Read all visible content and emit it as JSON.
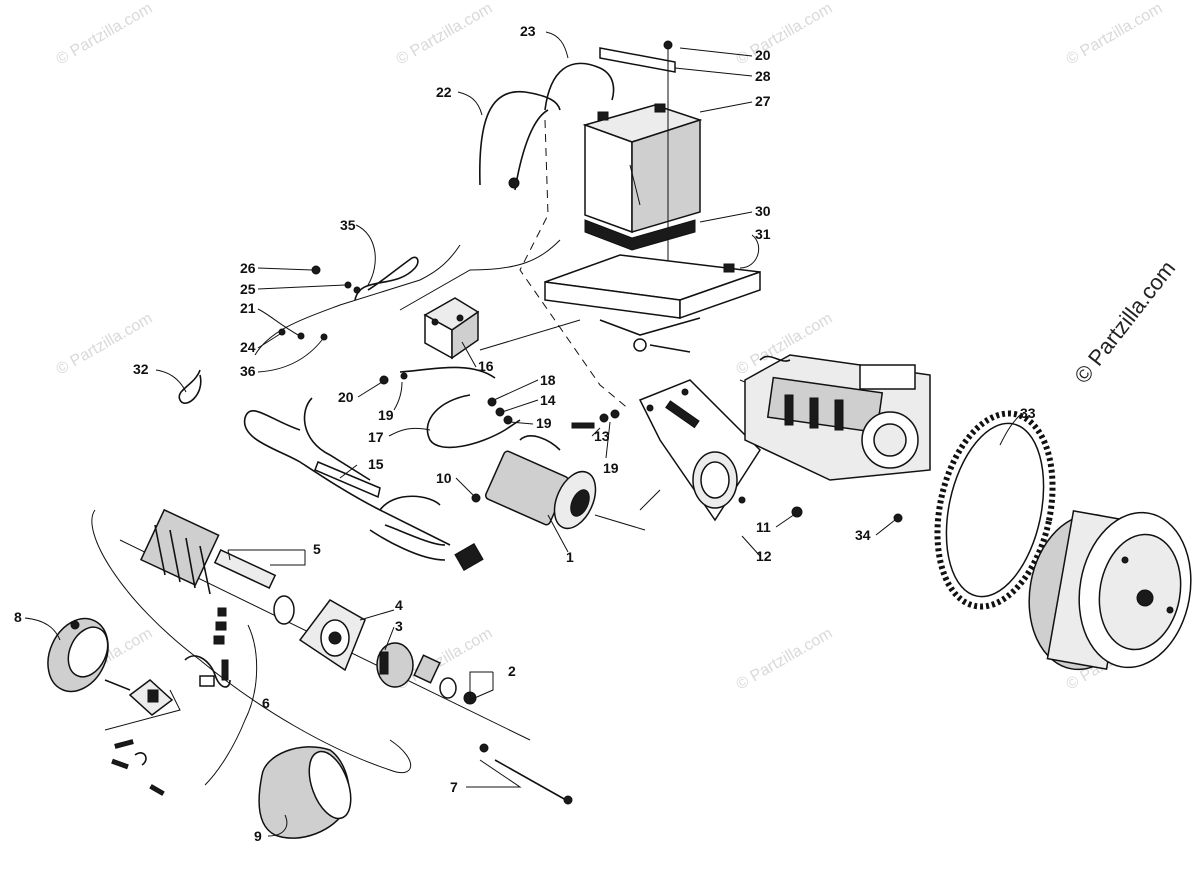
{
  "watermark": {
    "text": "© Partzilla.com",
    "side_text": "© Partzilla.com"
  },
  "callouts": [
    "1",
    "2",
    "3",
    "4",
    "5",
    "6",
    "7",
    "8",
    "9",
    "10",
    "11",
    "12",
    "13",
    "14",
    "15",
    "16",
    "17",
    "18",
    "19",
    "19",
    "19",
    "20",
    "20",
    "21",
    "22",
    "23",
    "24",
    "25",
    "26",
    "27",
    "28",
    "30",
    "31",
    "32",
    "33",
    "34",
    "35",
    "36"
  ]
}
